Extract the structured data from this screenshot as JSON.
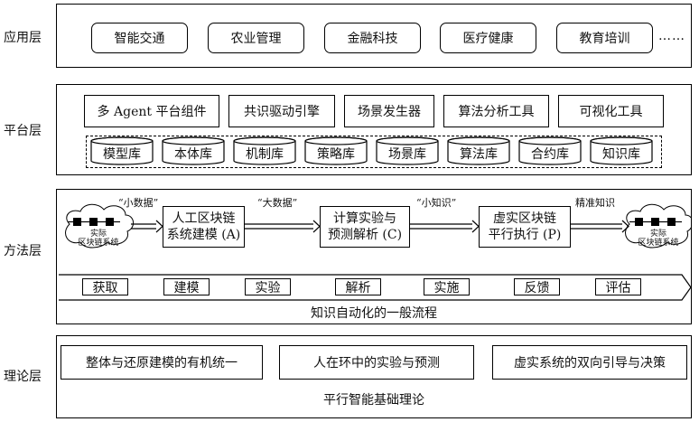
{
  "layers": {
    "application": "应用层",
    "platform": "平台层",
    "method": "方法层",
    "theory": "理论层"
  },
  "application": {
    "items": [
      "智能交通",
      "农业管理",
      "金融科技",
      "医疗健康",
      "教育培训"
    ],
    "ellipsis": "……"
  },
  "platform": {
    "tools": [
      "多 Agent 平台组件",
      "共识驱动引擎",
      "场景发生器",
      "算法分析工具",
      "可视化工具"
    ],
    "libraries": [
      "模型库",
      "本体库",
      "机制库",
      "策略库",
      "场景库",
      "算法库",
      "合约库",
      "知识库"
    ]
  },
  "method": {
    "left_system": [
      "实际",
      "区块链系统"
    ],
    "right_system": [
      "实际",
      "区块链系统"
    ],
    "edge_labels": [
      "“小数据”",
      "“大数据”",
      "“小知识”",
      "精准知识"
    ],
    "boxes": [
      {
        "line1": "人工区块链",
        "line2": "系统建模 (A)"
      },
      {
        "line1": "计算实验与",
        "line2": "预测解析 (C)"
      },
      {
        "line1": "虚实区块链",
        "line2": "平行执行 (P)"
      }
    ],
    "steps": [
      "获取",
      "建模",
      "实验",
      "解析",
      "实施",
      "反馈",
      "评估"
    ],
    "caption": "知识自动化的一般流程"
  },
  "theory": {
    "items": [
      "整体与还原建模的有机统一",
      "人在环中的实验与预测",
      "虚实系统的双向引导与决策"
    ],
    "caption": "平行智能基础理论"
  }
}
